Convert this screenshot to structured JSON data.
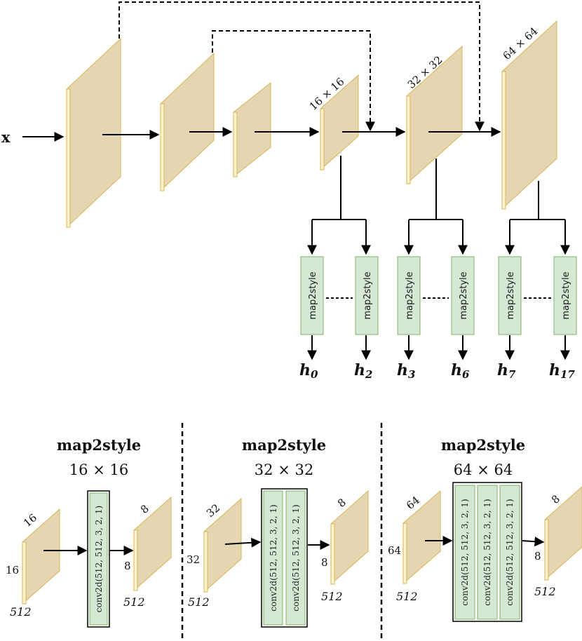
{
  "colors": {
    "plate_face": "#e6d5b1",
    "plate_edge": "#fff2cc",
    "plate_stroke": "#d6b656",
    "green_fill": "#d5e8d4",
    "green_stroke": "#82b366",
    "line": "#000000"
  },
  "encoder": {
    "input_label": "x",
    "map_labels": [
      "16 × 16",
      "32 × 32",
      "64 × 64"
    ],
    "block_label": "map2style",
    "outputs": [
      {
        "base": "h",
        "sub": "0"
      },
      {
        "base": "h",
        "sub": "2"
      },
      {
        "base": "h",
        "sub": "3"
      },
      {
        "base": "h",
        "sub": "6"
      },
      {
        "base": "h",
        "sub": "7"
      },
      {
        "base": "h",
        "sub": "17"
      }
    ]
  },
  "details": [
    {
      "title": "map2style",
      "size": "16 × 16",
      "input_top": "16",
      "input_left": "16",
      "input_depth": "512",
      "conv_layers": [
        "conv2d(512, 512, 3, 2, 1)"
      ],
      "output_top": "8",
      "output_left": "8",
      "output_depth": "512"
    },
    {
      "title": "map2style",
      "size": "32 × 32",
      "input_top": "32",
      "input_left": "32",
      "input_depth": "512",
      "conv_layers": [
        "conv2d(512, 512, 3, 2, 1)",
        "conv2d(512, 512, 3, 2, 1)"
      ],
      "output_top": "8",
      "output_left": "8",
      "output_depth": "512"
    },
    {
      "title": "map2style",
      "size": "64 × 64",
      "input_top": "64",
      "input_left": "64",
      "input_depth": "512",
      "conv_layers": [
        "conv2d(512, 512, 3, 2, 1)",
        "conv2d(512, 512, 3, 2, 1)",
        "conv2d(512, 512, 3, 2, 1)"
      ],
      "output_top": "8",
      "output_left": "8",
      "output_depth": "512"
    }
  ]
}
